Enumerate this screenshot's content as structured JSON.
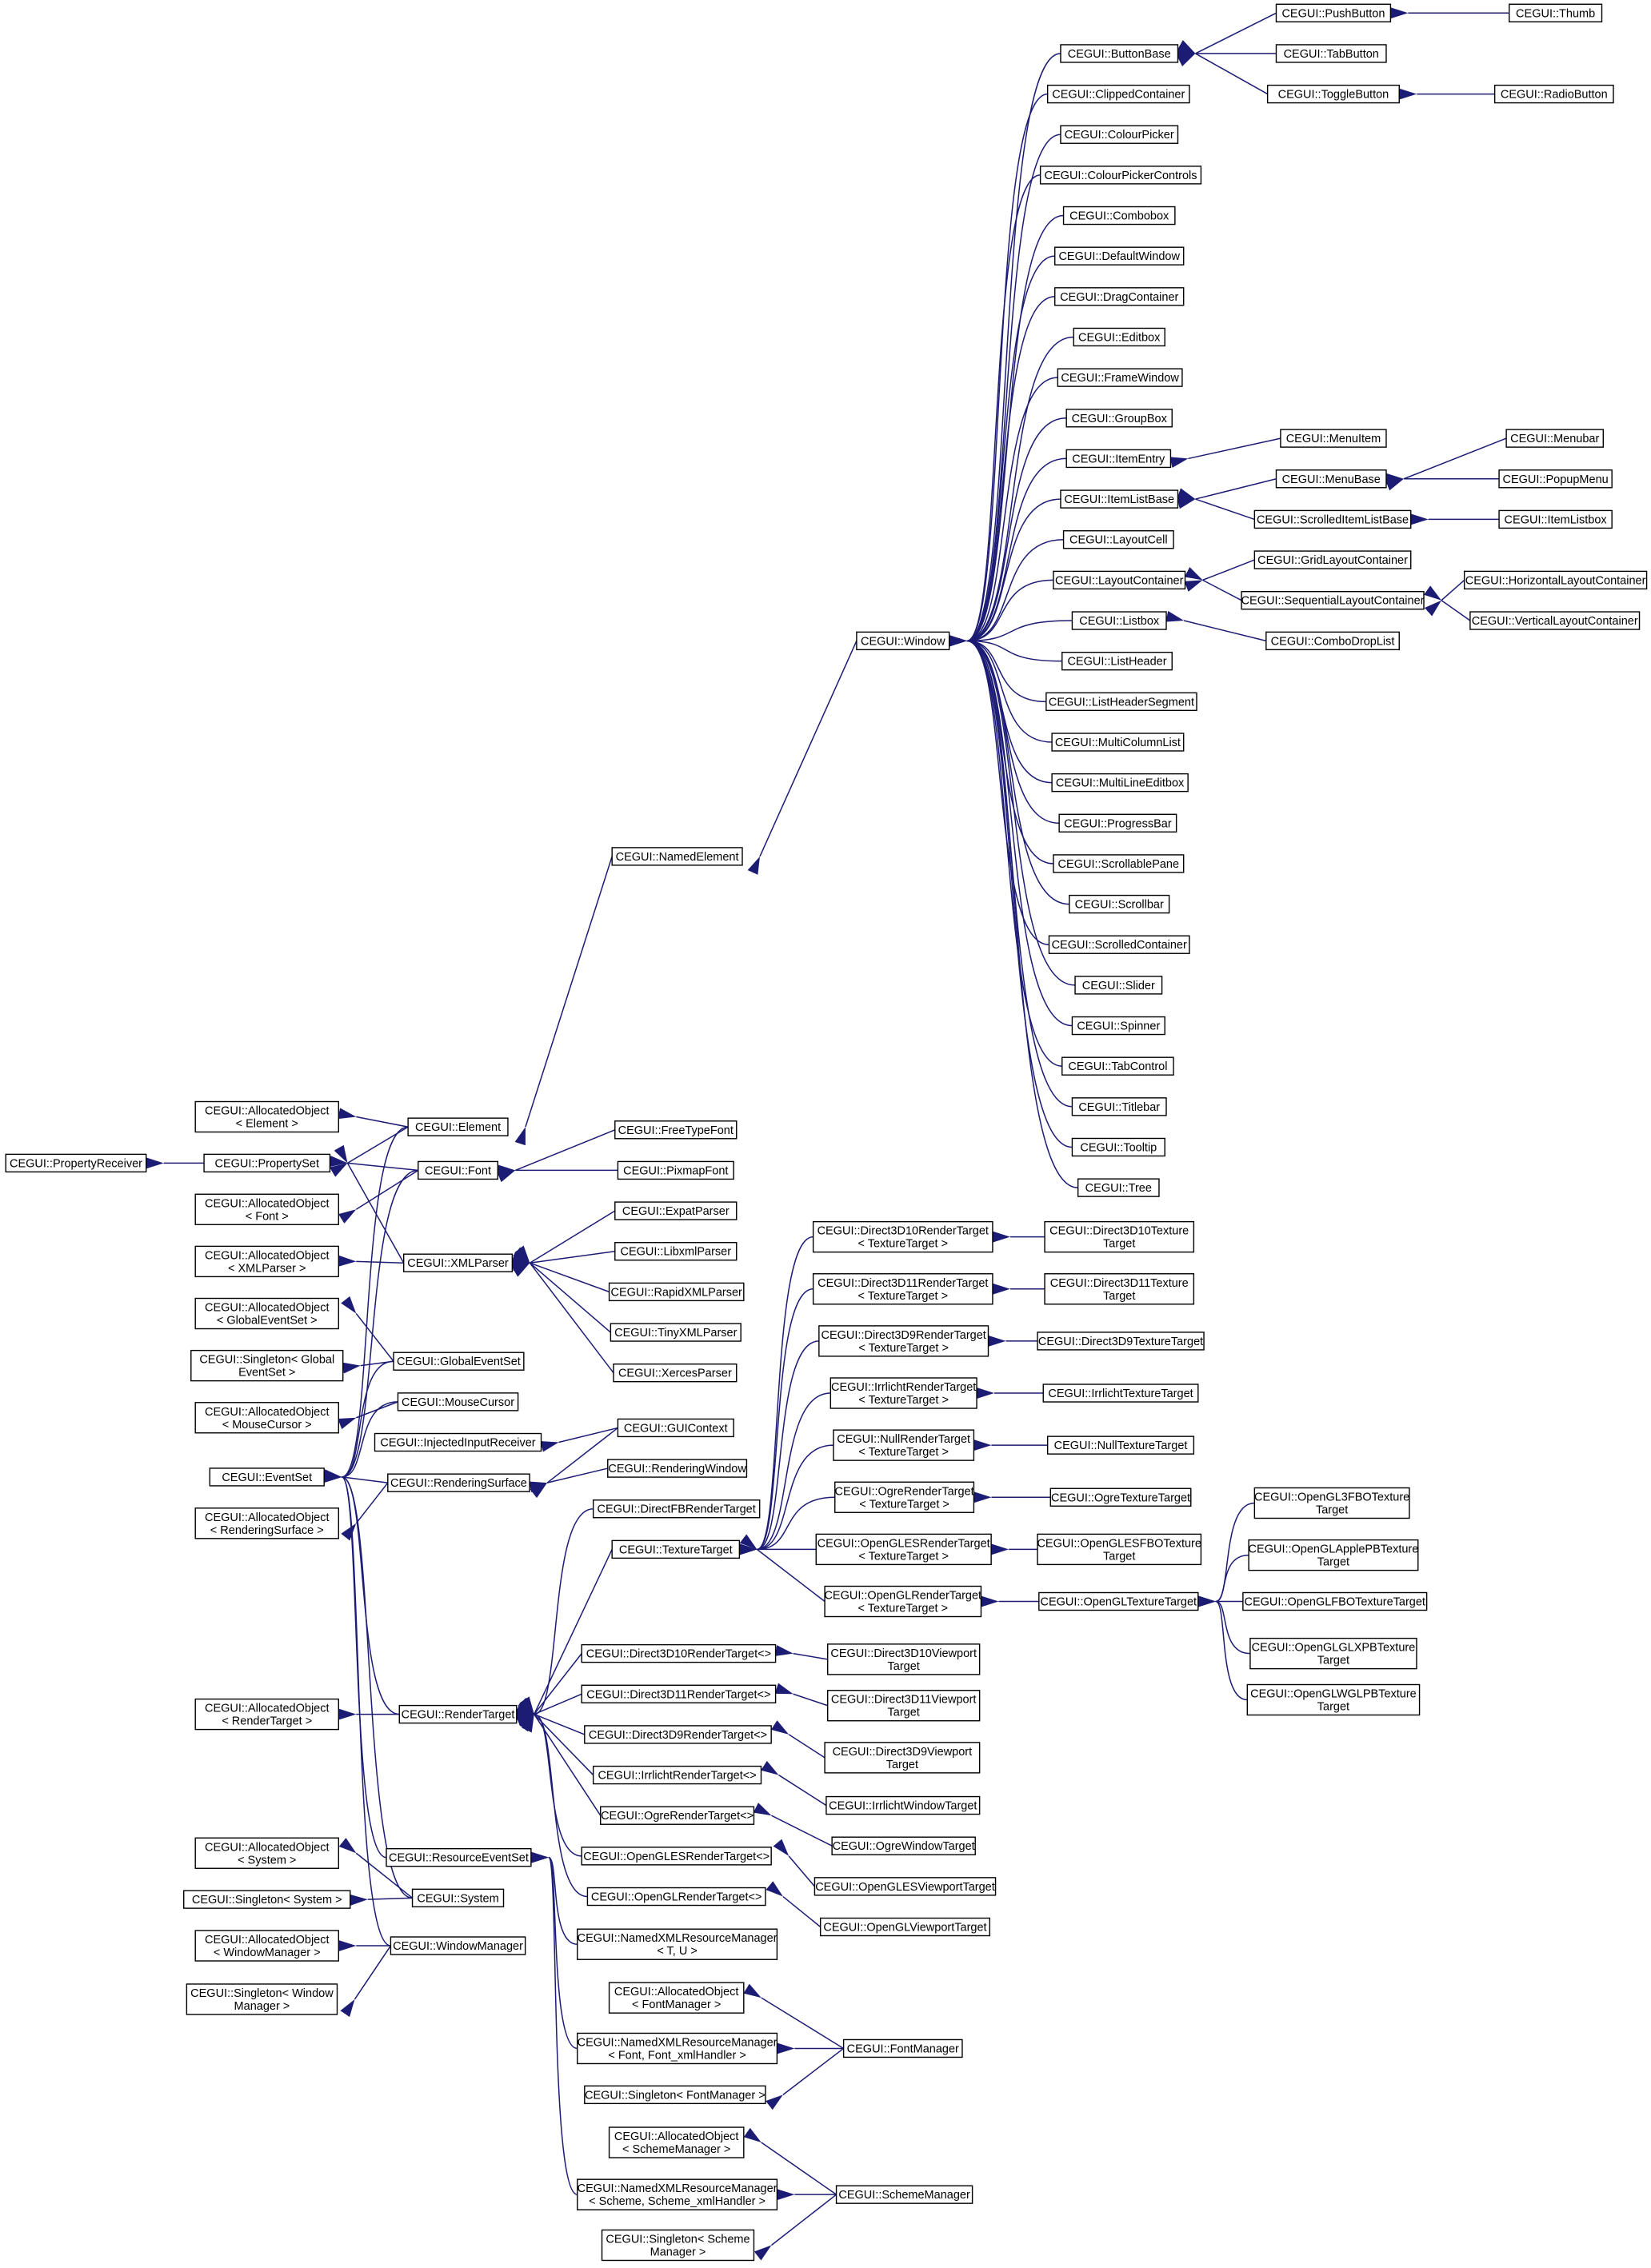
{
  "colors": {
    "edge": "#1c1c75",
    "node_border": "#000000",
    "background": "#ffffff"
  },
  "nodes": {
    "thumb": [
      "CEGUI::Thumb"
    ],
    "pushbutton": [
      "CEGUI::PushButton"
    ],
    "buttonbase": [
      "CEGUI::ButtonBase"
    ],
    "tabbutton": [
      "CEGUI::TabButton"
    ],
    "togglebutton": [
      "CEGUI::ToggleButton"
    ],
    "radiobutton": [
      "CEGUI::RadioButton"
    ],
    "clippedcontainer": [
      "CEGUI::ClippedContainer"
    ],
    "colourpicker": [
      "CEGUI::ColourPicker"
    ],
    "colourpickercontrols": [
      "CEGUI::ColourPickerControls"
    ],
    "combobox": [
      "CEGUI::Combobox"
    ],
    "defaultwindow": [
      "CEGUI::DefaultWindow"
    ],
    "dragcontainer": [
      "CEGUI::DragContainer"
    ],
    "editbox": [
      "CEGUI::Editbox"
    ],
    "framewindow": [
      "CEGUI::FrameWindow"
    ],
    "groupbox": [
      "CEGUI::GroupBox"
    ],
    "itementry": [
      "CEGUI::ItemEntry"
    ],
    "menuitem": [
      "CEGUI::MenuItem"
    ],
    "menubar": [
      "CEGUI::Menubar"
    ],
    "itemlistbase": [
      "CEGUI::ItemListBase"
    ],
    "menubase": [
      "CEGUI::MenuBase"
    ],
    "popupmenu": [
      "CEGUI::PopupMenu"
    ],
    "scrolleditemlistbase": [
      "CEGUI::ScrolledItemListBase"
    ],
    "itemlistbox": [
      "CEGUI::ItemListbox"
    ],
    "layoutcell": [
      "CEGUI::LayoutCell"
    ],
    "layoutcontainer": [
      "CEGUI::LayoutContainer"
    ],
    "gridlayoutcontainer": [
      "CEGUI::GridLayoutContainer"
    ],
    "sequentiallayoutcontainer": [
      "CEGUI::SequentialLayoutContainer"
    ],
    "horizontallayoutcontainer": [
      "CEGUI::HorizontalLayoutContainer"
    ],
    "verticallayoutcontainer": [
      "CEGUI::VerticalLayoutContainer"
    ],
    "window": [
      "CEGUI::Window"
    ],
    "listbox": [
      "CEGUI::Listbox"
    ],
    "combodroplist": [
      "CEGUI::ComboDropList"
    ],
    "listheader": [
      "CEGUI::ListHeader"
    ],
    "listheadersegment": [
      "CEGUI::ListHeaderSegment"
    ],
    "multicolumnlist": [
      "CEGUI::MultiColumnList"
    ],
    "multilineeditbox": [
      "CEGUI::MultiLineEditbox"
    ],
    "progressbar": [
      "CEGUI::ProgressBar"
    ],
    "scrollablepane": [
      "CEGUI::ScrollablePane"
    ],
    "scrollbar": [
      "CEGUI::Scrollbar"
    ],
    "scrolledcontainer": [
      "CEGUI::ScrolledContainer"
    ],
    "slider": [
      "CEGUI::Slider"
    ],
    "spinner": [
      "CEGUI::Spinner"
    ],
    "tabcontrol": [
      "CEGUI::TabControl"
    ],
    "titlebar": [
      "CEGUI::Titlebar"
    ],
    "tooltip": [
      "CEGUI::Tooltip"
    ],
    "tree": [
      "CEGUI::Tree"
    ],
    "namedelement": [
      "CEGUI::NamedElement"
    ],
    "ao_element": [
      "CEGUI::AllocatedObject",
      "< Element >"
    ],
    "element": [
      "CEGUI::Element"
    ],
    "freetypefont": [
      "CEGUI::FreeTypeFont"
    ],
    "propertyreceiver": [
      "CEGUI::PropertyReceiver"
    ],
    "propertyset": [
      "CEGUI::PropertySet"
    ],
    "font": [
      "CEGUI::Font"
    ],
    "pixmapfont": [
      "CEGUI::PixmapFont"
    ],
    "ao_font": [
      "CEGUI::AllocatedObject",
      "< Font >"
    ],
    "expatparser": [
      "CEGUI::ExpatParser"
    ],
    "ao_xmlparser": [
      "CEGUI::AllocatedObject",
      "< XMLParser >"
    ],
    "xmlparser": [
      "CEGUI::XMLParser"
    ],
    "libxmlparser": [
      "CEGUI::LibxmlParser"
    ],
    "rapidxmlparser": [
      "CEGUI::RapidXMLParser"
    ],
    "ao_globaleventset": [
      "CEGUI::AllocatedObject",
      "< GlobalEventSet >"
    ],
    "tinyxmlparser": [
      "CEGUI::TinyXMLParser"
    ],
    "singleton_globaleventset": [
      "CEGUI::Singleton< Global",
      "EventSet >"
    ],
    "globaleventset": [
      "CEGUI::GlobalEventSet"
    ],
    "xercesparser": [
      "CEGUI::XercesParser"
    ],
    "ao_mousecursor": [
      "CEGUI::AllocatedObject",
      "< MouseCursor >"
    ],
    "mousecursor": [
      "CEGUI::MouseCursor"
    ],
    "injectedinputreceiver": [
      "CEGUI::InjectedInputReceiver"
    ],
    "guicontext": [
      "CEGUI::GUIContext"
    ],
    "eventset": [
      "CEGUI::EventSet"
    ],
    "renderingsurface": [
      "CEGUI::RenderingSurface"
    ],
    "renderingwindow": [
      "CEGUI::RenderingWindow"
    ],
    "ao_renderingsurface": [
      "CEGUI::AllocatedObject",
      "< RenderingSurface >"
    ],
    "directfbrendertarget": [
      "CEGUI::DirectFBRenderTarget"
    ],
    "texturetarget": [
      "CEGUI::TextureTarget"
    ],
    "d3d10rt_tt": [
      "CEGUI::Direct3D10RenderTarget",
      "< TextureTarget >"
    ],
    "d3d10texturetarget": [
      "CEGUI::Direct3D10Texture",
      "Target"
    ],
    "d3d11rt_tt": [
      "CEGUI::Direct3D11RenderTarget",
      "< TextureTarget >"
    ],
    "d3d11texturetarget": [
      "CEGUI::Direct3D11Texture",
      "Target"
    ],
    "d3d9rt_tt": [
      "CEGUI::Direct3D9RenderTarget",
      "< TextureTarget >"
    ],
    "d3d9texturetarget": [
      "CEGUI::Direct3D9TextureTarget"
    ],
    "irrlichtrt_tt": [
      "CEGUI::IrrlichtRenderTarget",
      "< TextureTarget >"
    ],
    "irrlichttexturetarget": [
      "CEGUI::IrrlichtTextureTarget"
    ],
    "nullrt_tt": [
      "CEGUI::NullRenderTarget",
      "< TextureTarget >"
    ],
    "nulltexturetarget": [
      "CEGUI::NullTextureTarget"
    ],
    "ogrert_tt": [
      "CEGUI::OgreRenderTarget",
      "< TextureTarget >"
    ],
    "ogretexturetarget": [
      "CEGUI::OgreTextureTarget"
    ],
    "opengl3fbotexturetarget": [
      "CEGUI::OpenGL3FBOTexture",
      "Target"
    ],
    "oglesrt_tt": [
      "CEGUI::OpenGLESRenderTarget",
      "< TextureTarget >"
    ],
    "oglesfbotexturetarget": [
      "CEGUI::OpenGLESFBOTexture",
      "Target"
    ],
    "openglapplepbtexturetarget": [
      "CEGUI::OpenGLApplePBTexture",
      "Target"
    ],
    "oglrt_tt": [
      "CEGUI::OpenGLRenderTarget",
      "< TextureTarget >"
    ],
    "opengltexturetarget": [
      "CEGUI::OpenGLTextureTarget"
    ],
    "openglfbotexturetarget": [
      "CEGUI::OpenGLFBOTextureTarget"
    ],
    "d3d10rt": [
      "CEGUI::Direct3D10RenderTarget<>"
    ],
    "d3d10viewporttarget": [
      "CEGUI::Direct3D10Viewport",
      "Target"
    ],
    "openglglxpbtexturetarget": [
      "CEGUI::OpenGLGLXPBTexture",
      "Target"
    ],
    "d3d11rt": [
      "CEGUI::Direct3D11RenderTarget<>"
    ],
    "d3d11viewporttarget": [
      "CEGUI::Direct3D11Viewport",
      "Target"
    ],
    "openglwglpbtexturetarget": [
      "CEGUI::OpenGLWGLPBTexture",
      "Target"
    ],
    "ao_rendertarget": [
      "CEGUI::AllocatedObject",
      "< RenderTarget >"
    ],
    "rendertarget": [
      "CEGUI::RenderTarget"
    ],
    "d3d9rt": [
      "CEGUI::Direct3D9RenderTarget<>"
    ],
    "d3d9viewporttarget": [
      "CEGUI::Direct3D9Viewport",
      "Target"
    ],
    "irrlichtrt": [
      "CEGUI::IrrlichtRenderTarget<>"
    ],
    "irrlichtwindowtarget": [
      "CEGUI::IrrlichtWindowTarget"
    ],
    "ogrert": [
      "CEGUI::OgreRenderTarget<>"
    ],
    "ogrewindowtarget": [
      "CEGUI::OgreWindowTarget"
    ],
    "ao_system": [
      "CEGUI::AllocatedObject",
      "< System >"
    ],
    "resourceeventset": [
      "CEGUI::ResourceEventSet"
    ],
    "oglesrt": [
      "CEGUI::OpenGLESRenderTarget<>"
    ],
    "oglesviewporttarget": [
      "CEGUI::OpenGLESViewportTarget"
    ],
    "singleton_system": [
      "CEGUI::Singleton< System >"
    ],
    "system": [
      "CEGUI::System"
    ],
    "oglrt": [
      "CEGUI::OpenGLRenderTarget<>"
    ],
    "oglviewporttarget": [
      "CEGUI::OpenGLViewportTarget"
    ],
    "ao_windowmanager": [
      "CEGUI::AllocatedObject",
      "< WindowManager >"
    ],
    "windowmanager": [
      "CEGUI::WindowManager"
    ],
    "namedxml_tu": [
      "CEGUI::NamedXMLResourceManager",
      "< T, U >"
    ],
    "singleton_windowmanager": [
      "CEGUI::Singleton< Window",
      "Manager >"
    ],
    "ao_fontmanager": [
      "CEGUI::AllocatedObject",
      "< FontManager >"
    ],
    "namedxml_font": [
      "CEGUI::NamedXMLResourceManager",
      "< Font, Font_xmlHandler >"
    ],
    "fontmanager": [
      "CEGUI::FontManager"
    ],
    "singleton_fontmanager": [
      "CEGUI::Singleton< FontManager >"
    ],
    "ao_schememanager": [
      "CEGUI::AllocatedObject",
      "< SchemeManager >"
    ],
    "namedxml_scheme": [
      "CEGUI::NamedXMLResourceManager",
      "< Scheme, Scheme_xmlHandler >"
    ],
    "schememanager": [
      "CEGUI::SchemeManager"
    ],
    "singleton_schememanager": [
      "CEGUI::Singleton< Scheme",
      "Manager >"
    ]
  }
}
